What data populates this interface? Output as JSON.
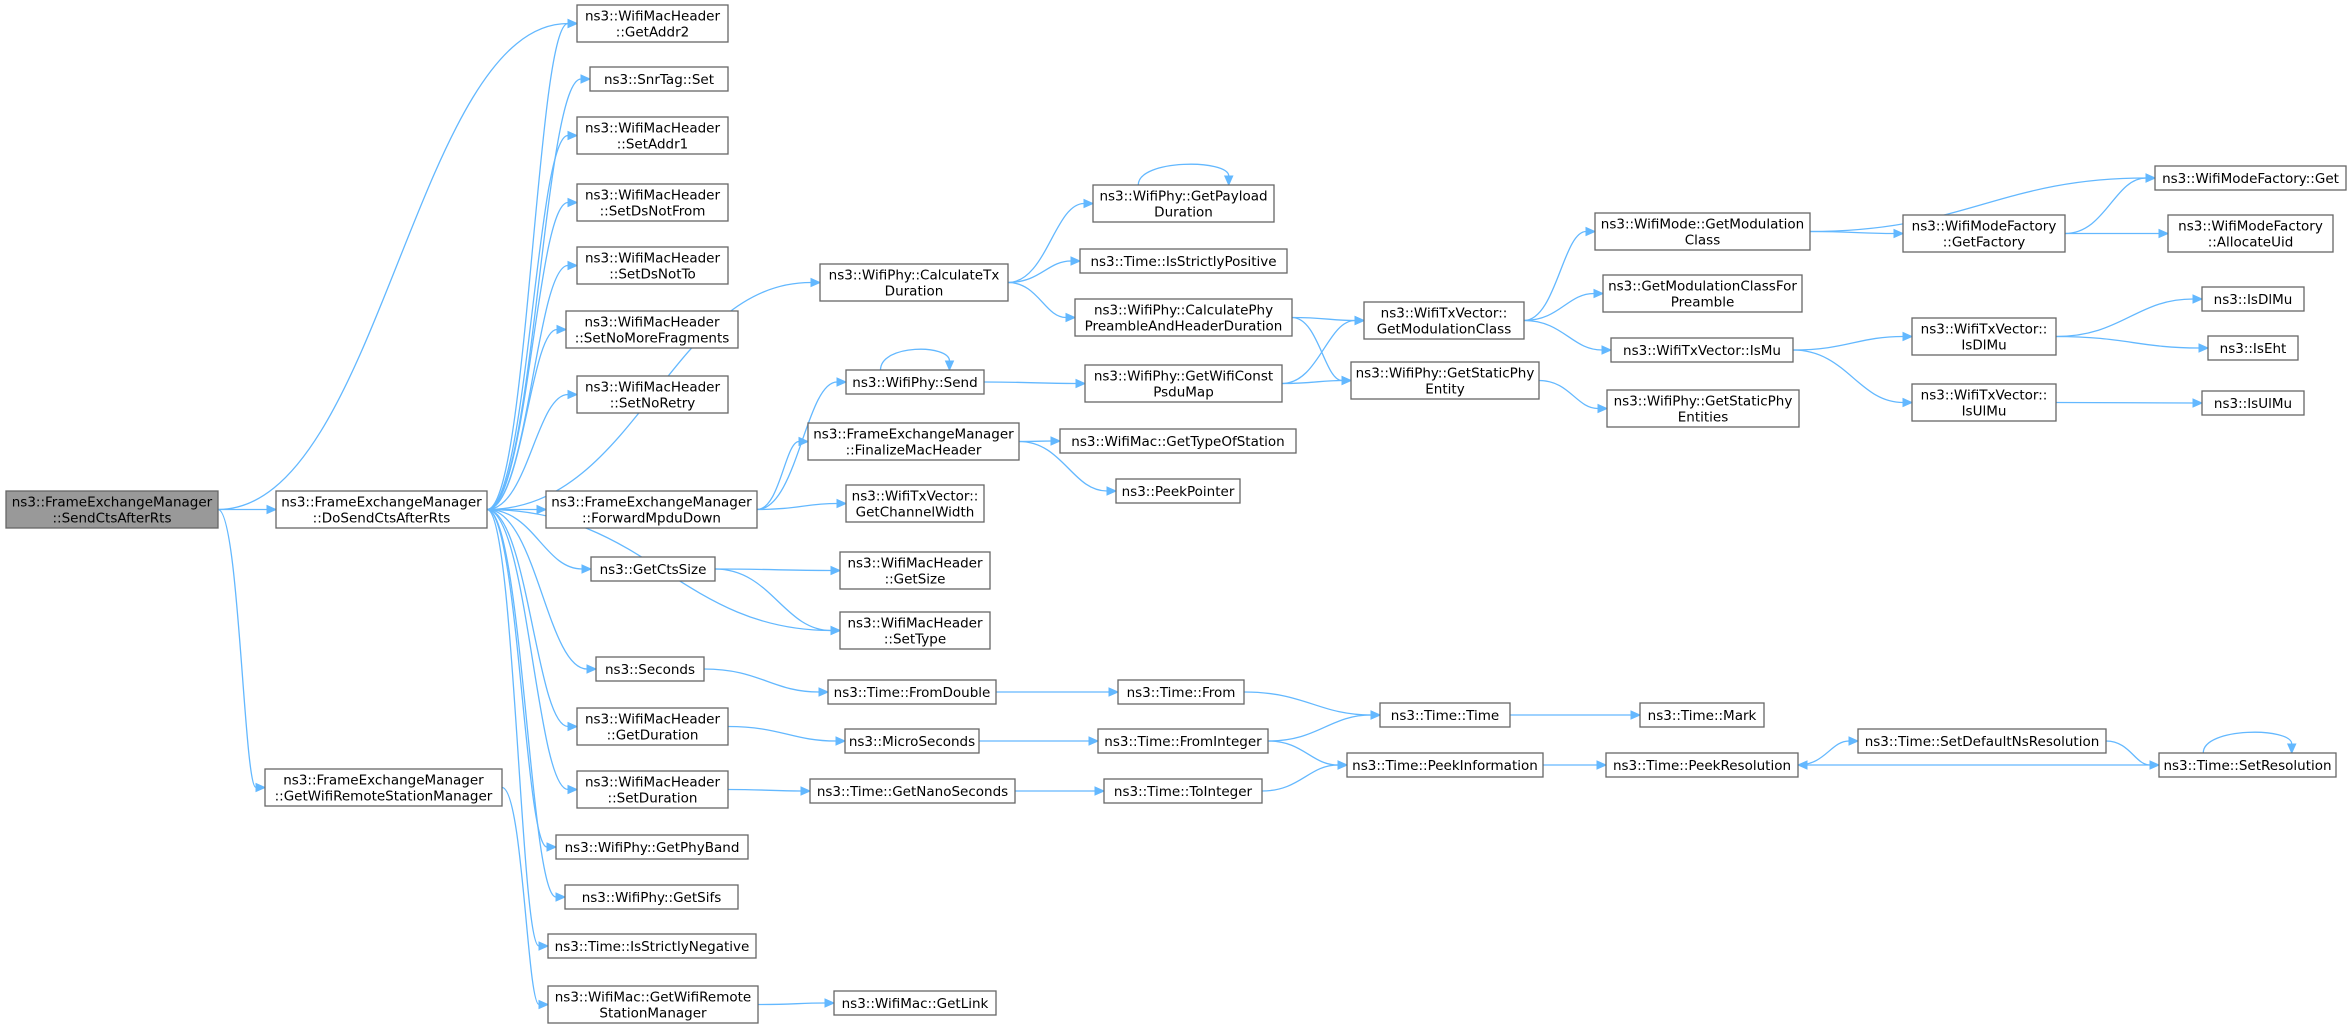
{
  "nodes": {
    "n0": {
      "lines": [
        "ns3::FrameExchangeManager",
        "::SendCtsAfterRts"
      ],
      "root": true
    },
    "n1": {
      "lines": [
        "ns3::FrameExchangeManager",
        "::DoSendCtsAfterRts"
      ]
    },
    "n2": {
      "lines": [
        "ns3::FrameExchangeManager",
        "::GetWifiRemoteStationManager"
      ]
    },
    "n3": {
      "lines": [
        "ns3::WifiMacHeader",
        "::GetAddr2"
      ]
    },
    "n4": {
      "lines": [
        "ns3::SnrTag::Set"
      ]
    },
    "n5": {
      "lines": [
        "ns3::WifiMacHeader",
        "::SetAddr1"
      ]
    },
    "n6": {
      "lines": [
        "ns3::WifiMacHeader",
        "::SetDsNotFrom"
      ]
    },
    "n7": {
      "lines": [
        "ns3::WifiMacHeader",
        "::SetDsNotTo"
      ]
    },
    "n8": {
      "lines": [
        "ns3::WifiMacHeader",
        "::SetNoMoreFragments"
      ]
    },
    "n9": {
      "lines": [
        "ns3::WifiMacHeader",
        "::SetNoRetry"
      ]
    },
    "n10": {
      "lines": [
        "ns3::WifiPhy::CalculateTx",
        "Duration"
      ]
    },
    "n11": {
      "lines": [
        "ns3::WifiPhy::Send"
      ]
    },
    "n12": {
      "lines": [
        "ns3::FrameExchangeManager",
        "::FinalizeMacHeader"
      ]
    },
    "n13": {
      "lines": [
        "ns3::FrameExchangeManager",
        "::ForwardMpduDown"
      ]
    },
    "n14": {
      "lines": [
        "ns3::WifiTxVector::",
        "GetChannelWidth"
      ]
    },
    "n15": {
      "lines": [
        "ns3::GetCtsSize"
      ]
    },
    "n16": {
      "lines": [
        "ns3::WifiMacHeader",
        "::GetSize"
      ]
    },
    "n17": {
      "lines": [
        "ns3::WifiMacHeader",
        "::SetType"
      ]
    },
    "n18": {
      "lines": [
        "ns3::Seconds"
      ]
    },
    "n19": {
      "lines": [
        "ns3::WifiMacHeader",
        "::GetDuration"
      ]
    },
    "n20": {
      "lines": [
        "ns3::WifiMacHeader",
        "::SetDuration"
      ]
    },
    "n21": {
      "lines": [
        "ns3::WifiPhy::GetPhyBand"
      ]
    },
    "n22": {
      "lines": [
        "ns3::WifiPhy::GetSifs"
      ]
    },
    "n23": {
      "lines": [
        "ns3::Time::IsStrictlyNegative"
      ]
    },
    "n24": {
      "lines": [
        "ns3::WifiMac::GetWifiRemote",
        "StationManager"
      ]
    },
    "n25": {
      "lines": [
        "ns3::WifiMac::GetLink"
      ]
    },
    "n26": {
      "lines": [
        "ns3::WifiPhy::GetPayload",
        "Duration"
      ]
    },
    "n27": {
      "lines": [
        "ns3::Time::IsStrictlyPositive"
      ]
    },
    "n28": {
      "lines": [
        "ns3::WifiPhy::CalculatePhy",
        "PreambleAndHeaderDuration"
      ]
    },
    "n29": {
      "lines": [
        "ns3::WifiPhy::GetWifiConst",
        "PsduMap"
      ]
    },
    "n30": {
      "lines": [
        "ns3::WifiMac::GetTypeOfStation"
      ]
    },
    "n31": {
      "lines": [
        "ns3::PeekPointer"
      ]
    },
    "n32": {
      "lines": [
        "ns3::Time::FromDouble"
      ]
    },
    "n33": {
      "lines": [
        "ns3::Time::From"
      ]
    },
    "n34": {
      "lines": [
        "ns3::MicroSeconds"
      ]
    },
    "n35": {
      "lines": [
        "ns3::Time::FromInteger"
      ]
    },
    "n36": {
      "lines": [
        "ns3::Time::GetNanoSeconds"
      ]
    },
    "n37": {
      "lines": [
        "ns3::Time::ToInteger"
      ]
    },
    "n38": {
      "lines": [
        "ns3::WifiTxVector::",
        "GetModulationClass"
      ]
    },
    "n39": {
      "lines": [
        "ns3::WifiPhy::GetStaticPhy",
        "Entity"
      ]
    },
    "n40": {
      "lines": [
        "ns3::Time::Time"
      ]
    },
    "n41": {
      "lines": [
        "ns3::Time::PeekInformation"
      ]
    },
    "n42": {
      "lines": [
        "ns3::WifiMode::GetModulation",
        "Class"
      ]
    },
    "n43": {
      "lines": [
        "ns3::GetModulationClassFor",
        "Preamble"
      ]
    },
    "n44": {
      "lines": [
        "ns3::WifiTxVector::IsMu"
      ]
    },
    "n45": {
      "lines": [
        "ns3::WifiPhy::GetStaticPhy",
        "Entities"
      ]
    },
    "n46": {
      "lines": [
        "ns3::Time::Mark"
      ]
    },
    "n47": {
      "lines": [
        "ns3::Time::PeekResolution"
      ]
    },
    "n48": {
      "lines": [
        "ns3::WifiModeFactory",
        "::GetFactory"
      ]
    },
    "n49": {
      "lines": [
        "ns3::WifiTxVector::",
        "IsDlMu"
      ]
    },
    "n50": {
      "lines": [
        "ns3::WifiTxVector::",
        "IsUlMu"
      ]
    },
    "n51": {
      "lines": [
        "ns3::Time::SetDefaultNsResolution"
      ]
    },
    "n52": {
      "lines": [
        "ns3::WifiModeFactory::Get"
      ]
    },
    "n53": {
      "lines": [
        "ns3::WifiModeFactory",
        "::AllocateUid"
      ]
    },
    "n54": {
      "lines": [
        "ns3::IsDlMu"
      ]
    },
    "n55": {
      "lines": [
        "ns3::IsEht"
      ]
    },
    "n56": {
      "lines": [
        "ns3::IsUlMu"
      ]
    },
    "n57": {
      "lines": [
        "ns3::Time::SetResolution"
      ]
    }
  },
  "edges": [
    [
      "n0",
      "n1"
    ],
    [
      "n0",
      "n2"
    ],
    [
      "n0",
      "n3"
    ],
    [
      "n1",
      "n3"
    ],
    [
      "n1",
      "n4"
    ],
    [
      "n1",
      "n5"
    ],
    [
      "n1",
      "n6"
    ],
    [
      "n1",
      "n7"
    ],
    [
      "n1",
      "n8"
    ],
    [
      "n1",
      "n9"
    ],
    [
      "n1",
      "n10"
    ],
    [
      "n1",
      "n13"
    ],
    [
      "n1",
      "n15"
    ],
    [
      "n1",
      "n17"
    ],
    [
      "n1",
      "n18"
    ],
    [
      "n1",
      "n19"
    ],
    [
      "n1",
      "n20"
    ],
    [
      "n1",
      "n21"
    ],
    [
      "n1",
      "n22"
    ],
    [
      "n1",
      "n23"
    ],
    [
      "n2",
      "n24"
    ],
    [
      "n24",
      "n25"
    ],
    [
      "n10",
      "n26"
    ],
    [
      "n10",
      "n27"
    ],
    [
      "n10",
      "n28"
    ],
    [
      "n26",
      "n26"
    ],
    [
      "n11",
      "n11"
    ],
    [
      "n11",
      "n29"
    ],
    [
      "n13",
      "n11"
    ],
    [
      "n13",
      "n12"
    ],
    [
      "n13",
      "n14"
    ],
    [
      "n12",
      "n30"
    ],
    [
      "n12",
      "n31"
    ],
    [
      "n15",
      "n16"
    ],
    [
      "n15",
      "n17"
    ],
    [
      "n18",
      "n32"
    ],
    [
      "n32",
      "n33"
    ],
    [
      "n33",
      "n40"
    ],
    [
      "n19",
      "n34"
    ],
    [
      "n34",
      "n35"
    ],
    [
      "n35",
      "n40"
    ],
    [
      "n35",
      "n41"
    ],
    [
      "n20",
      "n36"
    ],
    [
      "n36",
      "n37"
    ],
    [
      "n37",
      "n41"
    ],
    [
      "n28",
      "n38"
    ],
    [
      "n28",
      "n39"
    ],
    [
      "n29",
      "n38"
    ],
    [
      "n29",
      "n39"
    ],
    [
      "n38",
      "n42"
    ],
    [
      "n38",
      "n43"
    ],
    [
      "n38",
      "n44"
    ],
    [
      "n39",
      "n45"
    ],
    [
      "n40",
      "n46"
    ],
    [
      "n41",
      "n47"
    ],
    [
      "n42",
      "n48"
    ],
    [
      "n42",
      "n52"
    ],
    [
      "n48",
      "n52"
    ],
    [
      "n48",
      "n53"
    ],
    [
      "n44",
      "n49"
    ],
    [
      "n44",
      "n50"
    ],
    [
      "n49",
      "n54"
    ],
    [
      "n49",
      "n55"
    ],
    [
      "n50",
      "n56"
    ],
    [
      "n47",
      "n51"
    ],
    [
      "n51",
      "n57"
    ],
    [
      "n57",
      "n47"
    ],
    [
      "n57",
      "n57"
    ]
  ]
}
